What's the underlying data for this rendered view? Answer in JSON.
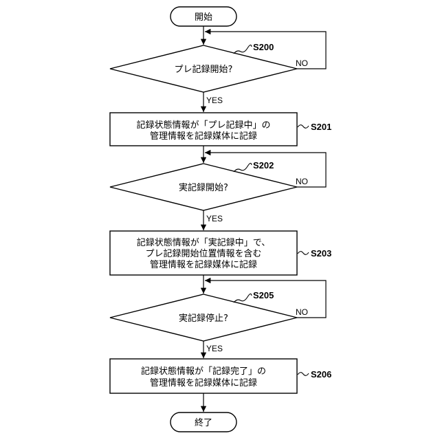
{
  "start": {
    "label": "開始"
  },
  "step_s200": {
    "id": "S200",
    "question": "プレ記録開始?",
    "yes": "YES",
    "no": "NO"
  },
  "step_s201": {
    "id": "S201",
    "lines": [
      "記録状態情報が「プレ記録中」の",
      "管理情報を記録媒体に記録"
    ]
  },
  "step_s202": {
    "id": "S202",
    "question": "実記録開始?",
    "yes": "YES",
    "no": "NO"
  },
  "step_s203": {
    "id": "S203",
    "lines": [
      "記録状態情報が「実記録中」で、",
      "プレ記録開始位置情報を含む",
      "管理情報を記録媒体に記録"
    ]
  },
  "step_s205": {
    "id": "S205",
    "question": "実記録停止?",
    "yes": "YES",
    "no": "NO"
  },
  "step_s206": {
    "id": "S206",
    "lines": [
      "記録状態情報が「記録完了」の",
      "管理情報を記録媒体に記録"
    ]
  },
  "end": {
    "label": "終了"
  }
}
